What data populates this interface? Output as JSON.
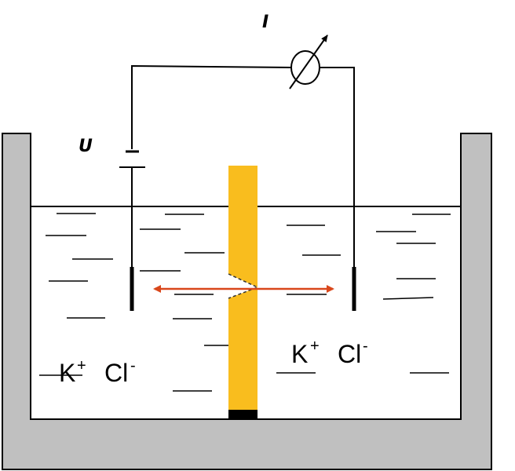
{
  "labels": {
    "current": "I",
    "voltage": "U"
  },
  "ions": {
    "left": {
      "cation": "K",
      "cation_charge": "+",
      "anion": "Cl",
      "anion_charge": "-"
    },
    "right": {
      "cation": "K",
      "cation_charge": "+",
      "anion": "Cl",
      "anion_charge": "-"
    }
  },
  "colors": {
    "vessel": "#c0c0c0",
    "membrane": "#f9bd1e",
    "arrow": "#d9471b",
    "membrane_base": "#000000"
  }
}
